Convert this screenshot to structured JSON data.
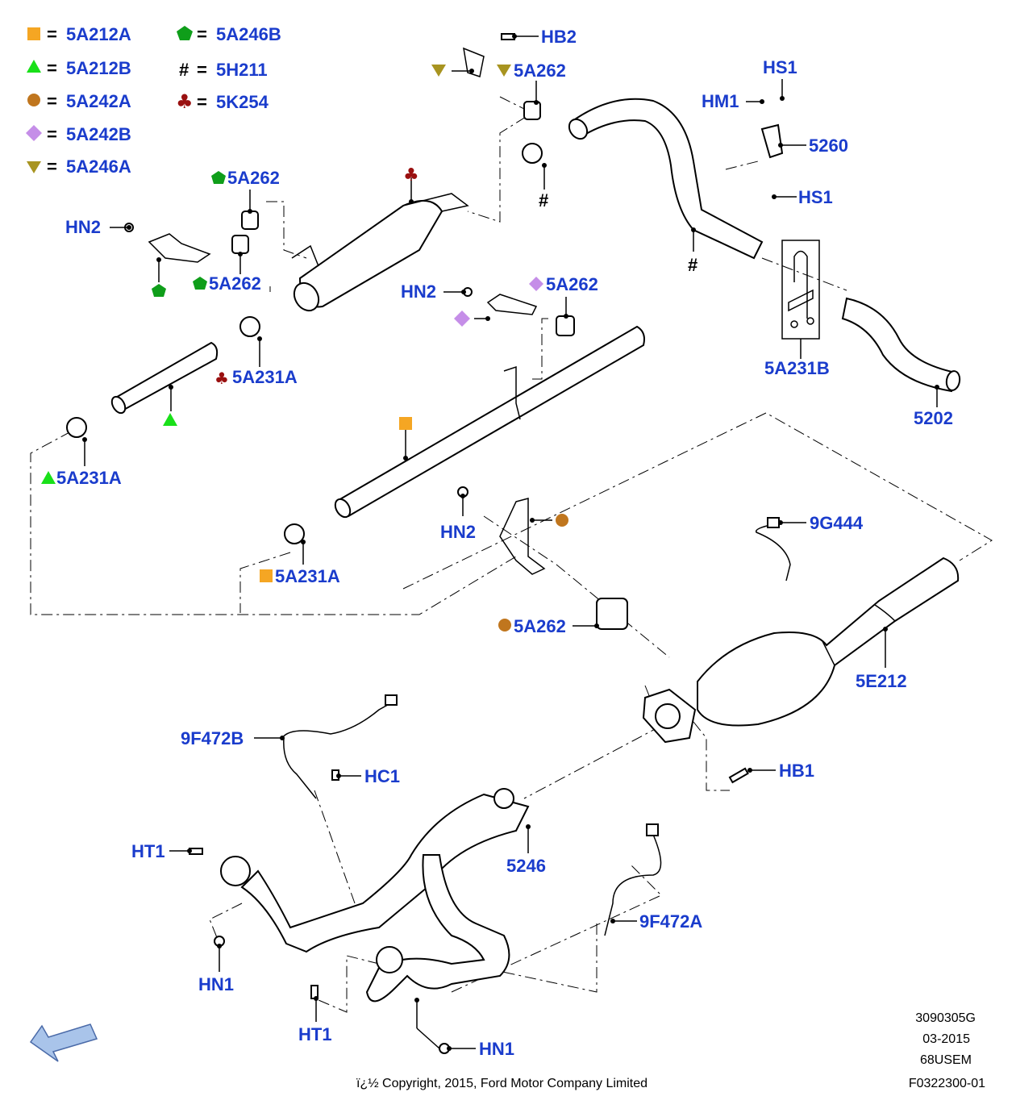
{
  "legend": [
    {
      "symbol": "orange-square",
      "color": "#f5a623",
      "eq": "=",
      "code": "5A212A"
    },
    {
      "symbol": "green-triangle",
      "color": "#19e019",
      "eq": "=",
      "code": "5A212B"
    },
    {
      "symbol": "brown-circle",
      "color": "#c0761e",
      "eq": "=",
      "code": "5A242A"
    },
    {
      "symbol": "lilac-diamond",
      "color": "#c58ee8",
      "eq": "=",
      "code": "5A242B"
    },
    {
      "symbol": "olive-triangle-down",
      "color": "#a89420",
      "eq": "=",
      "code": "5A246A"
    },
    {
      "symbol": "green-pentagon",
      "color": "#0f9e1a",
      "eq": "=",
      "code": "5A246B"
    },
    {
      "symbol": "hash",
      "color": "#000000",
      "eq": "=",
      "code": "5H211",
      "glyph": "#"
    },
    {
      "symbol": "club",
      "color": "#9a1010",
      "eq": "=",
      "code": "5K254",
      "glyph": "♣"
    }
  ],
  "labels": {
    "hb2": "HB2",
    "top_5a262": "5A262",
    "hs1_top": "HS1",
    "hm1": "HM1",
    "p5260": "5260",
    "hs1_bottom": "HS1",
    "left_5a262_top": "5A262",
    "left_5a262_bottom": "5A262",
    "hn2_left": "HN2",
    "hn2_mid": "HN2",
    "mid_5a262": "5A262",
    "club_5a231a": "5A231A",
    "p5a231b": "5A231B",
    "p5202": "5202",
    "tri_5a231a": "5A231A",
    "sq_5a231a": "5A231A",
    "hn2_lower": "HN2",
    "p9g444": "9G444",
    "brown_5a262": "5A262",
    "p5e212": "5E212",
    "p9f472b": "9F472B",
    "hc1": "HC1",
    "hb1": "HB1",
    "ht1_left": "HT1",
    "p5246": "5246",
    "p9f472a": "9F472A",
    "hn1_left": "HN1",
    "ht1_bottom": "HT1",
    "hn1_bottom": "HN1",
    "hash_glyph": "#",
    "club_glyph": "♣"
  },
  "meta": {
    "code": "3090305G",
    "date": "03-2015",
    "model": "68USEM",
    "figure": "F0322300-01",
    "copyright": "ï¿½ Copyright, 2015, Ford Motor Company Limited"
  },
  "colors": {
    "label": "#1a3ccc",
    "arrow_fill": "#a9c4ea",
    "arrow_stroke": "#4a6aa8"
  }
}
